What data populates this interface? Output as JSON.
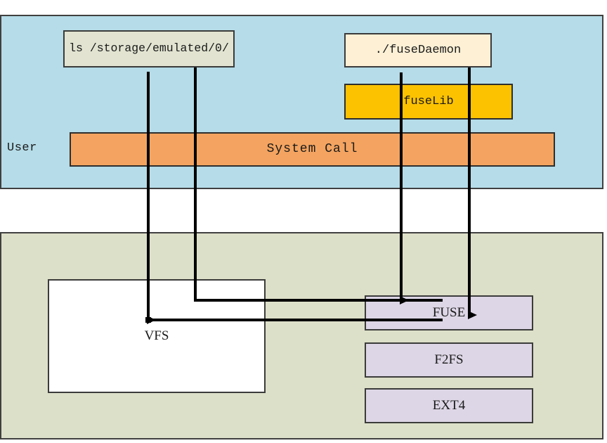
{
  "diagram": {
    "title_text": "",
    "regions": [
      {
        "id": "user",
        "label": "User",
        "color": "#b5dce8"
      },
      {
        "id": "kernel",
        "label": "",
        "color": "#dde0c8"
      }
    ],
    "nodes": {
      "ls_command": "ls /storage/emulated/0/",
      "fuse_daemon": "./fuseDaemon",
      "fuse_lib": "fuseLib",
      "system_call": "System Call",
      "vfs": "VFS",
      "fuse": "FUSE",
      "f2fs": "F2FS",
      "ext4": "EXT4"
    },
    "colors": {
      "user_region": "#b5dce8",
      "kernel_region": "#dde0c8",
      "ls_box": "#e2e4d1",
      "fuse_daemon_box": "#fdf0d5",
      "fuse_lib_box": "#fcc200",
      "system_call_box": "#f4a460",
      "vfs_box": "#ffffff",
      "fs_box": "#ddd6e6",
      "connector": "#000000",
      "border": "#333333"
    },
    "connectors": [
      {
        "id": "vfs-to-ls",
        "from": "VFS",
        "to": "ls /storage/emulated/0/",
        "direction": "up"
      },
      {
        "id": "ls-to-vfs",
        "from": "ls /storage/emulated/0/",
        "to": "VFS",
        "direction": "down"
      },
      {
        "id": "fuse-to-fusedaemon",
        "from": "FUSE",
        "to": "./fuseDaemon",
        "direction": "up"
      },
      {
        "id": "fusedaemon-to-fuse",
        "from": "./fuseDaemon",
        "to": "FUSE",
        "direction": "down"
      }
    ]
  }
}
